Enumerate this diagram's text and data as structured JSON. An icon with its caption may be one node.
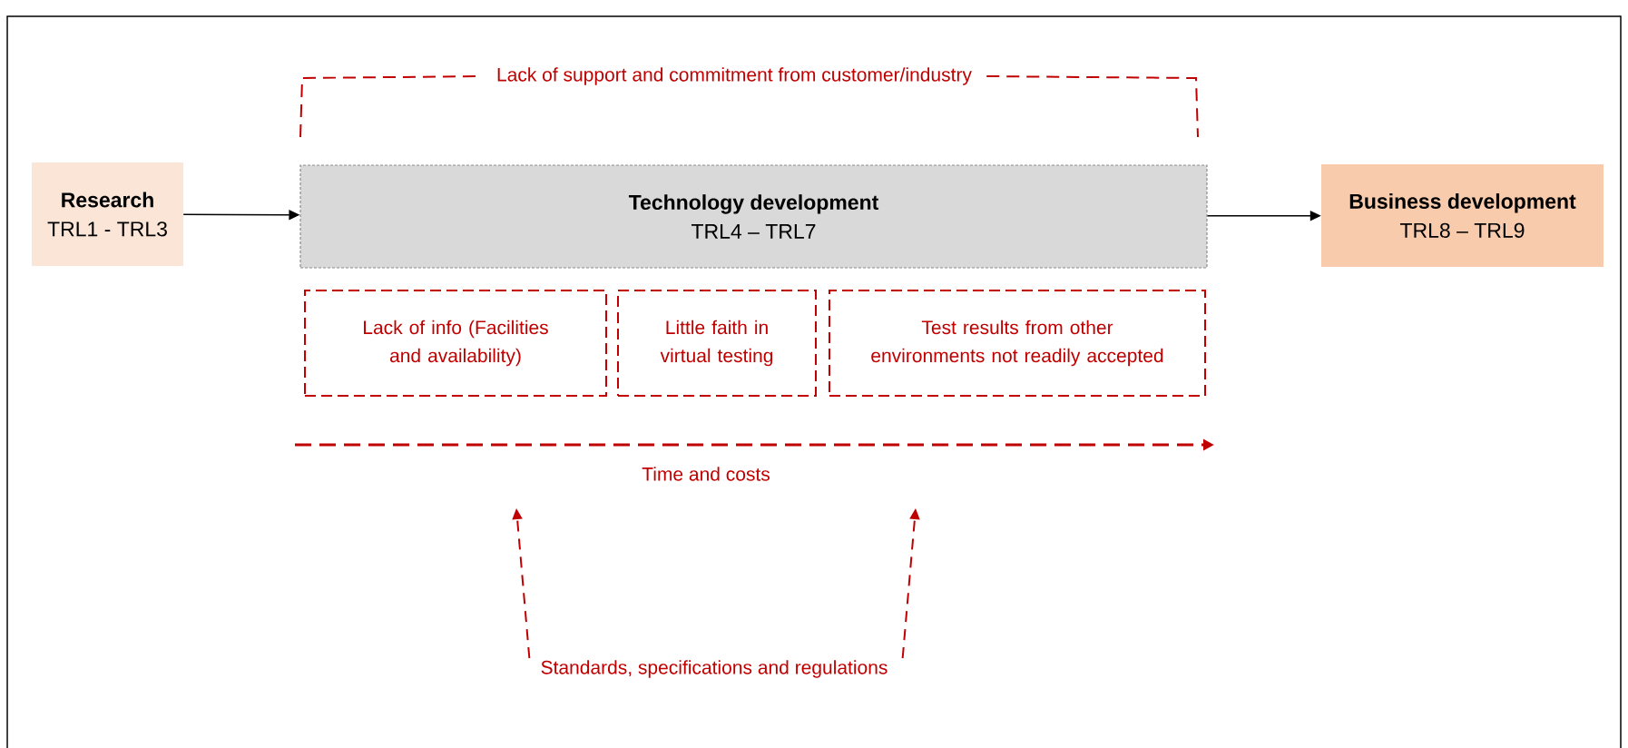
{
  "diagram": {
    "nodes": [
      {
        "text": [
          "Research",
          "TRL1 - TRL3"
        ]
      },
      {
        "text": [
          "Technology development",
          "TRL4 – TRL7"
        ]
      },
      {
        "text": [
          "Business development",
          "TRL8 – TRL9"
        ]
      },
      {
        "text": [
          "Lack of info (Facilities and availability)"
        ]
      },
      {
        "text": [
          "Little faith in virtual testing"
        ]
      },
      {
        "text": [
          "Test results from other environments not readily accepted"
        ]
      },
      {
        "text": [
          "Standards, specifications and regulations"
        ]
      }
    ],
    "edges": [
      {
        "from": 0,
        "to": 1,
        "arrow": "to"
      },
      {
        "from": 1,
        "to": 2,
        "arrow": "to"
      },
      {
        "from": 6,
        "to": null,
        "arrow": "to",
        "style": "dashed",
        "color": "#c00000"
      },
      {
        "from": 6,
        "to": null,
        "arrow": "to",
        "style": "dashed",
        "color": "#c00000"
      }
    ],
    "labels": [
      "Lack of support and commitment from customer/industry",
      "Time and costs"
    ]
  }
}
